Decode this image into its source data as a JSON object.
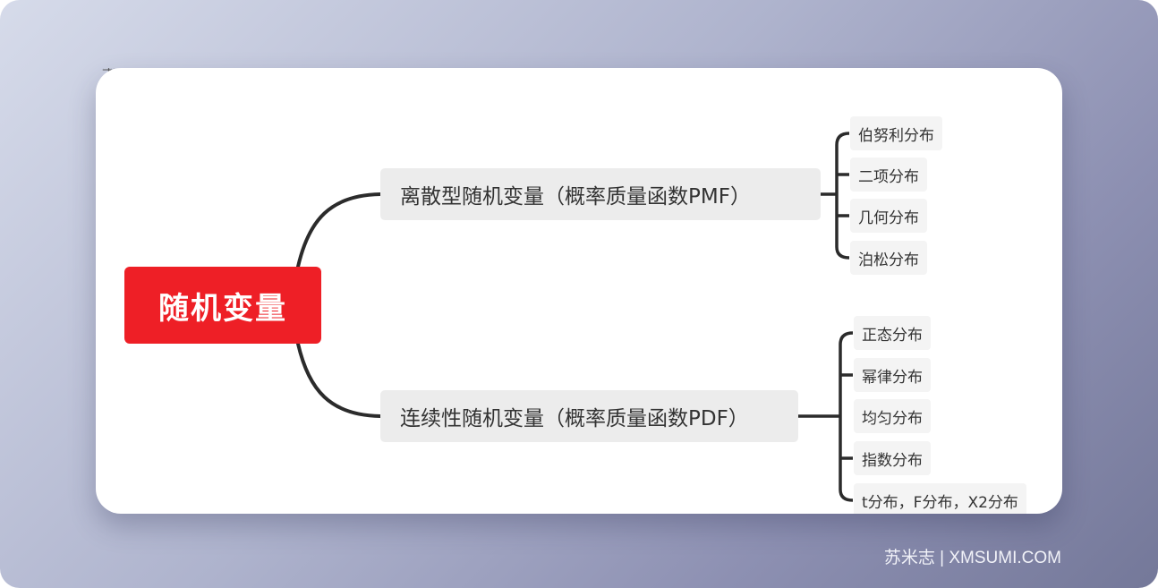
{
  "intro_text": "率分布类型如下：",
  "diagram": {
    "root": "随机变量",
    "branches": [
      {
        "label": "离散型随机变量（概率质量函数PMF）",
        "leaves": [
          "伯努利分布",
          "二项分布",
          "几何分布",
          "泊松分布"
        ]
      },
      {
        "label": "连续性随机变量（概率质量函数PDF）",
        "leaves": [
          "正态分布",
          "幂律分布",
          "均匀分布",
          "指数分布",
          "t分布，F分布，X2分布"
        ]
      }
    ],
    "colors": {
      "root_fill": "#ee1f26",
      "branch_fill": "#ececec",
      "leaf_fill": "#f4f4f4",
      "connector": "#2b2b2b"
    }
  },
  "footer": {
    "credit": "苏米志 | XMSUMI.COM"
  }
}
